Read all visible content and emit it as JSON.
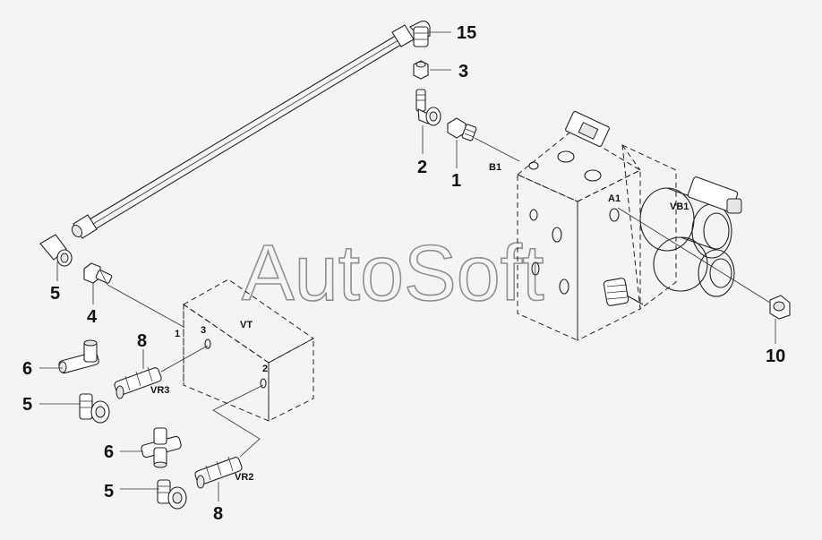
{
  "watermark": "AutoSoft",
  "callouts": {
    "c15": "15",
    "c3": "3",
    "c2": "2",
    "c1": "1",
    "c5a": "5",
    "c4": "4",
    "c8a": "8",
    "c6a": "6",
    "c5b": "5",
    "c6b": "6",
    "c5c": "5",
    "c8b": "8",
    "c10": "10"
  },
  "ports": {
    "b1": "B1",
    "a1": "A1",
    "vb1": "VB1",
    "vt": "VT",
    "vt_p1": "1",
    "vt_p2": "2",
    "vt_p3": "3",
    "vr3": "VR3",
    "vr2": "VR2"
  }
}
